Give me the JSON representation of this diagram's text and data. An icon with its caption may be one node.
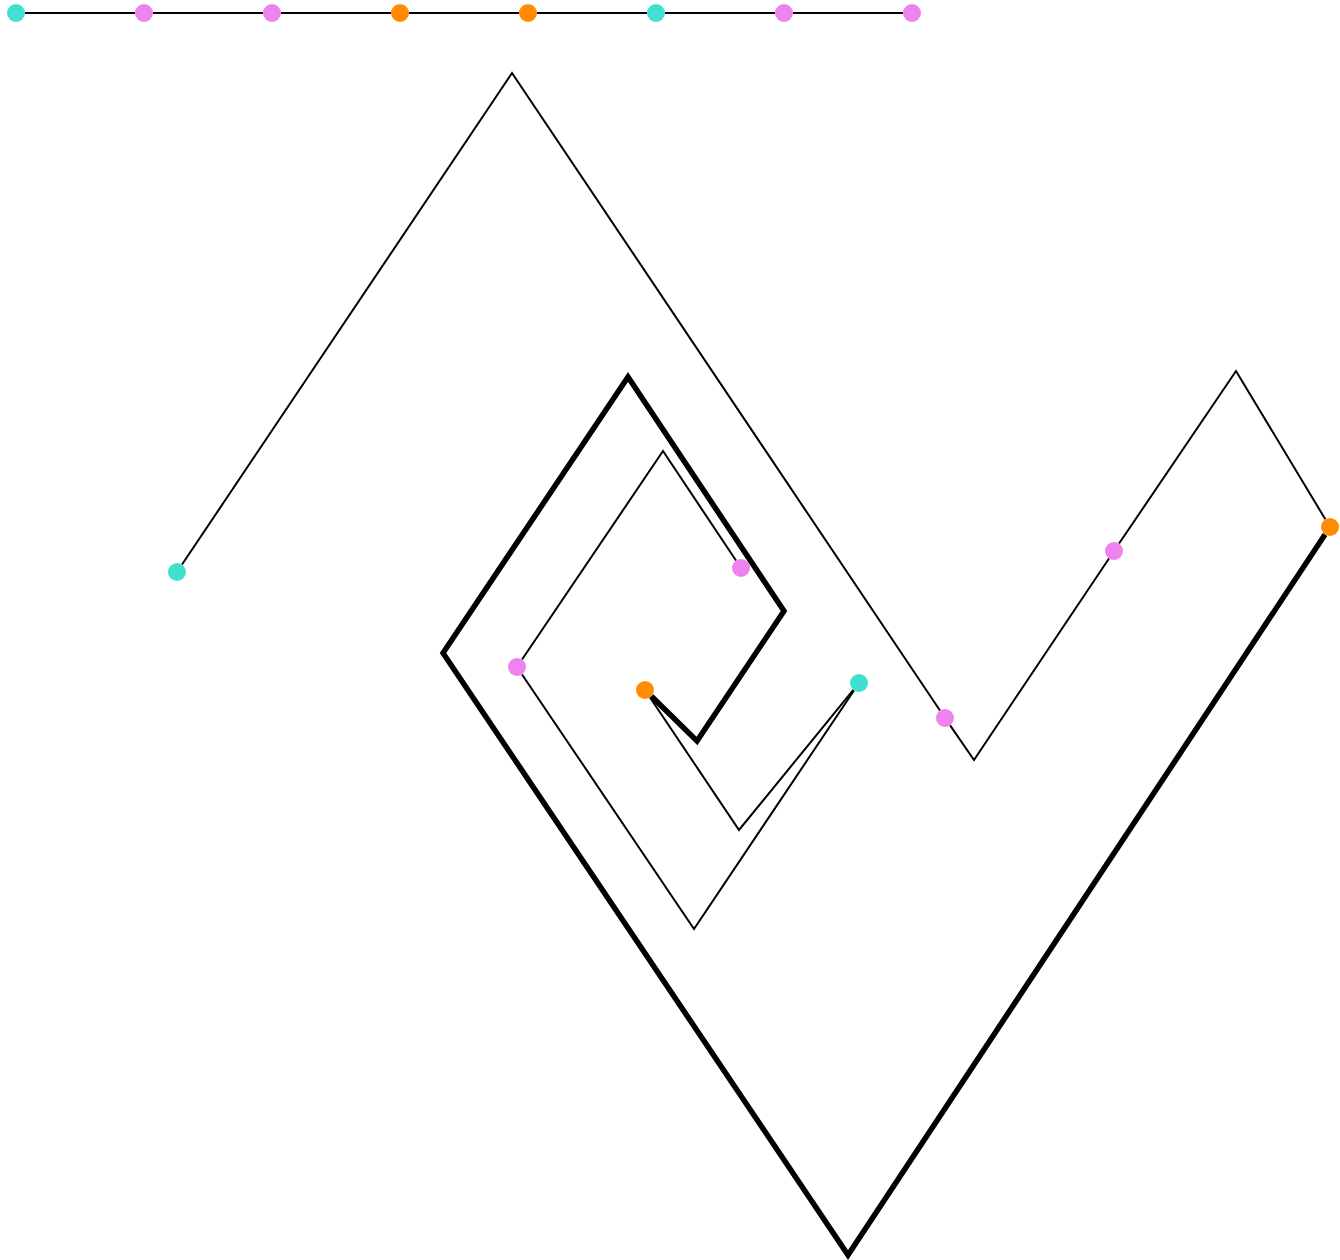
{
  "diagram": {
    "nodes": [
      {
        "text": [],
        "shape": "circle"
      },
      {
        "text": [],
        "shape": "circle"
      },
      {
        "text": [],
        "shape": "circle"
      },
      {
        "text": [],
        "shape": "circle"
      },
      {
        "text": [],
        "shape": "circle"
      },
      {
        "text": [],
        "shape": "circle"
      },
      {
        "text": [],
        "shape": "circle"
      },
      {
        "text": [],
        "shape": "circle"
      },
      {
        "text": [],
        "shape": "circle"
      },
      {
        "text": [],
        "shape": "circle"
      },
      {
        "text": [],
        "shape": "circle"
      },
      {
        "text": [],
        "shape": "circle"
      },
      {
        "text": [],
        "shape": "circle"
      },
      {
        "text": [],
        "shape": "circle"
      },
      {
        "text": [],
        "shape": "circle"
      },
      {
        "text": [],
        "shape": "circle"
      }
    ],
    "edges": [
      {
        "from": 0,
        "to": 1,
        "arrow": "none"
      },
      {
        "from": 1,
        "to": 2,
        "arrow": "none"
      },
      {
        "from": 2,
        "to": 3,
        "arrow": "none"
      },
      {
        "from": 3,
        "to": 4,
        "arrow": "none"
      },
      {
        "from": 4,
        "to": 5,
        "arrow": "none"
      },
      {
        "from": 5,
        "to": 6,
        "arrow": "none"
      },
      {
        "from": 6,
        "to": 7,
        "arrow": "none"
      },
      {
        "from": 11,
        "to": 15,
        "arrow": "none"
      },
      {
        "from": 15,
        "to": 9,
        "arrow": "none"
      },
      {
        "from": 9,
        "to": 8,
        "arrow": "none"
      },
      {
        "from": 8,
        "to": 14,
        "arrow": "none",
        "style": "thick"
      },
      {
        "from": 10,
        "to": 12,
        "arrow": "none"
      },
      {
        "from": 12,
        "to": 13,
        "arrow": "none"
      },
      {
        "from": 13,
        "to": 14,
        "arrow": "none"
      }
    ]
  }
}
